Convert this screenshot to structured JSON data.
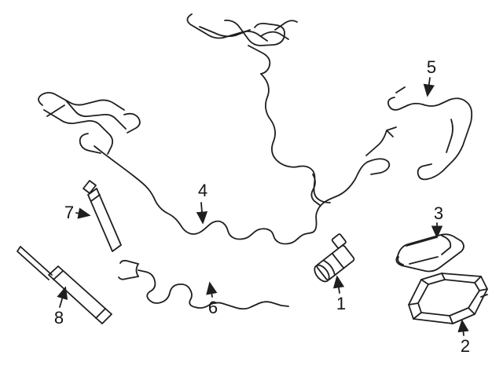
{
  "page": {
    "background_color": "#ffffff",
    "line_color": "#1f1f1f"
  },
  "diagram": {
    "callouts": [
      {
        "label": "1"
      },
      {
        "label": "2"
      },
      {
        "label": "3"
      },
      {
        "label": "4"
      },
      {
        "label": "5"
      },
      {
        "label": "6"
      },
      {
        "label": "7"
      },
      {
        "label": "8"
      }
    ]
  }
}
